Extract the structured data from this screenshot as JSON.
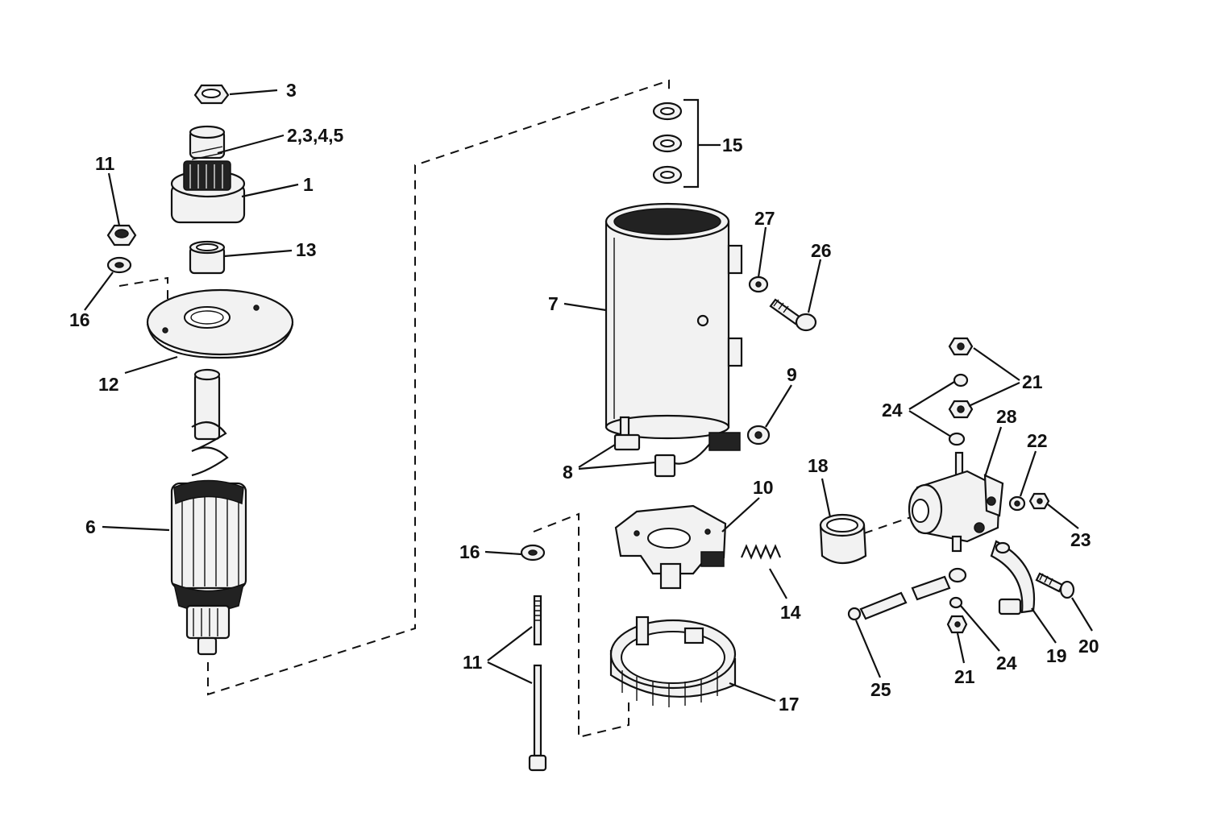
{
  "labels": {
    "l3": "3",
    "l2345": "2,3,4,5",
    "l1": "1",
    "l11a": "11",
    "l13": "13",
    "l16a": "16",
    "l12": "12",
    "l6": "6",
    "l15": "15",
    "l27": "27",
    "l26": "26",
    "l7": "7",
    "l9": "9",
    "l8": "8",
    "l21a": "21",
    "l24a": "24",
    "l28": "28",
    "l22": "22",
    "l18": "18",
    "l10": "10",
    "l23": "23",
    "l14": "14",
    "l16b": "16",
    "l11b": "11",
    "l17": "17",
    "l20": "20",
    "l19": "19",
    "l24b": "24",
    "l21b": "21",
    "l25": "25"
  }
}
